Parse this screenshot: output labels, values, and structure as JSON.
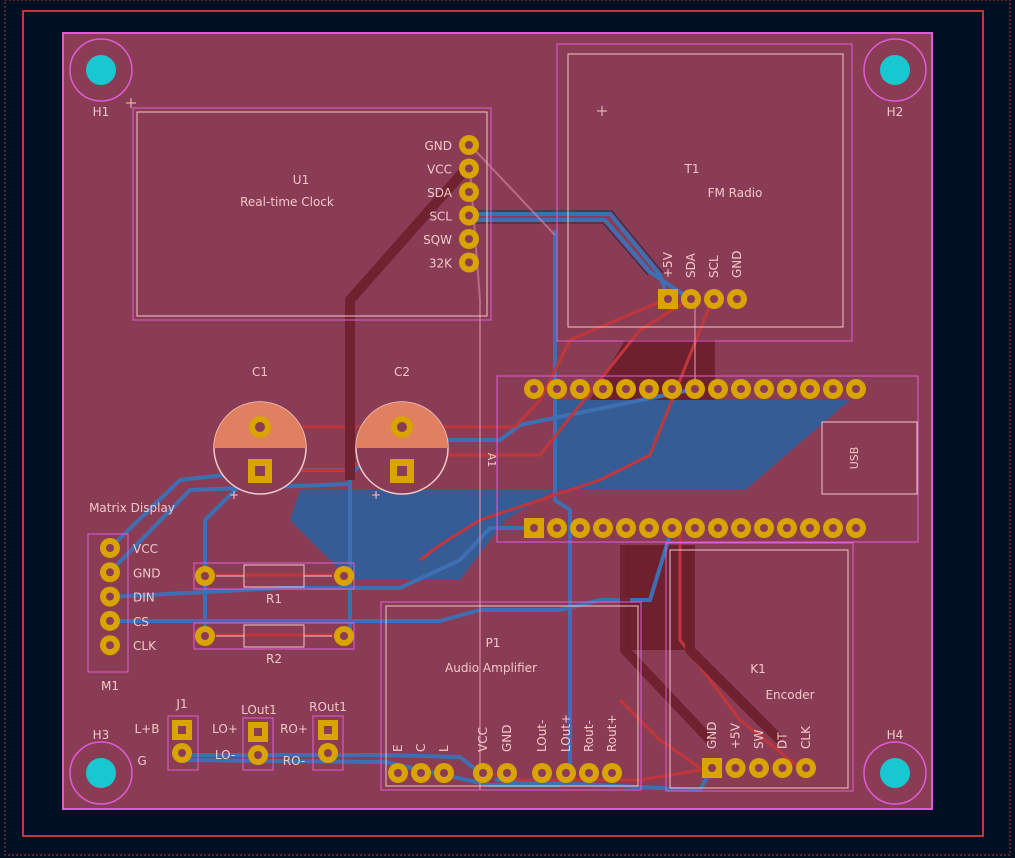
{
  "colors": {
    "background": "#001023",
    "board": "#8b3c55",
    "board_edge": "#e05bd6",
    "front_copper": "#c0363b",
    "back_copper": "#3f6fb3",
    "pad_ring": "#d9a300",
    "silkscreen": "#f2c8c8",
    "mounting_hole": "#18c7d0"
  },
  "mounting_holes": [
    {
      "ref": "H1"
    },
    {
      "ref": "H2"
    },
    {
      "ref": "H3"
    },
    {
      "ref": "H4"
    }
  ],
  "components": {
    "U1": {
      "ref": "U1",
      "value": "Real-time Clock",
      "pins": [
        "GND",
        "VCC",
        "SDA",
        "SCL",
        "SQW",
        "32K"
      ]
    },
    "T1": {
      "ref": "T1",
      "value": "FM Radio",
      "pins": [
        "+5V",
        "SDA",
        "SCL",
        "GND"
      ]
    },
    "C1": {
      "ref": "C1",
      "polarity": "+"
    },
    "C2": {
      "ref": "C2",
      "polarity": "+"
    },
    "A1": {
      "ref": "A1",
      "usb_label": "USB"
    },
    "M1": {
      "ref": "M1",
      "value": "Matrix Display",
      "pins": [
        "VCC",
        "GND",
        "DIN",
        "CS",
        "CLK"
      ]
    },
    "R1": {
      "ref": "R1"
    },
    "R2": {
      "ref": "R2"
    },
    "P1": {
      "ref": "P1",
      "value": "Audio Amplifier",
      "pins": [
        "E",
        "C",
        "L",
        "VCC",
        "GND",
        "LOut-",
        "LOut+",
        "Rout-",
        "Rout+"
      ]
    },
    "K1": {
      "ref": "K1",
      "value": "Encoder",
      "pins": [
        "GND",
        "+5V",
        "SW",
        "DT",
        "CLK"
      ]
    },
    "J1": {
      "ref": "J1",
      "labels": [
        "L+B",
        "G"
      ]
    },
    "LOut1": {
      "ref": "LOut1",
      "labels": [
        "LO+",
        "LO-"
      ]
    },
    "ROut1": {
      "ref": "ROut1",
      "labels": [
        "RO+",
        "RO-"
      ]
    }
  }
}
